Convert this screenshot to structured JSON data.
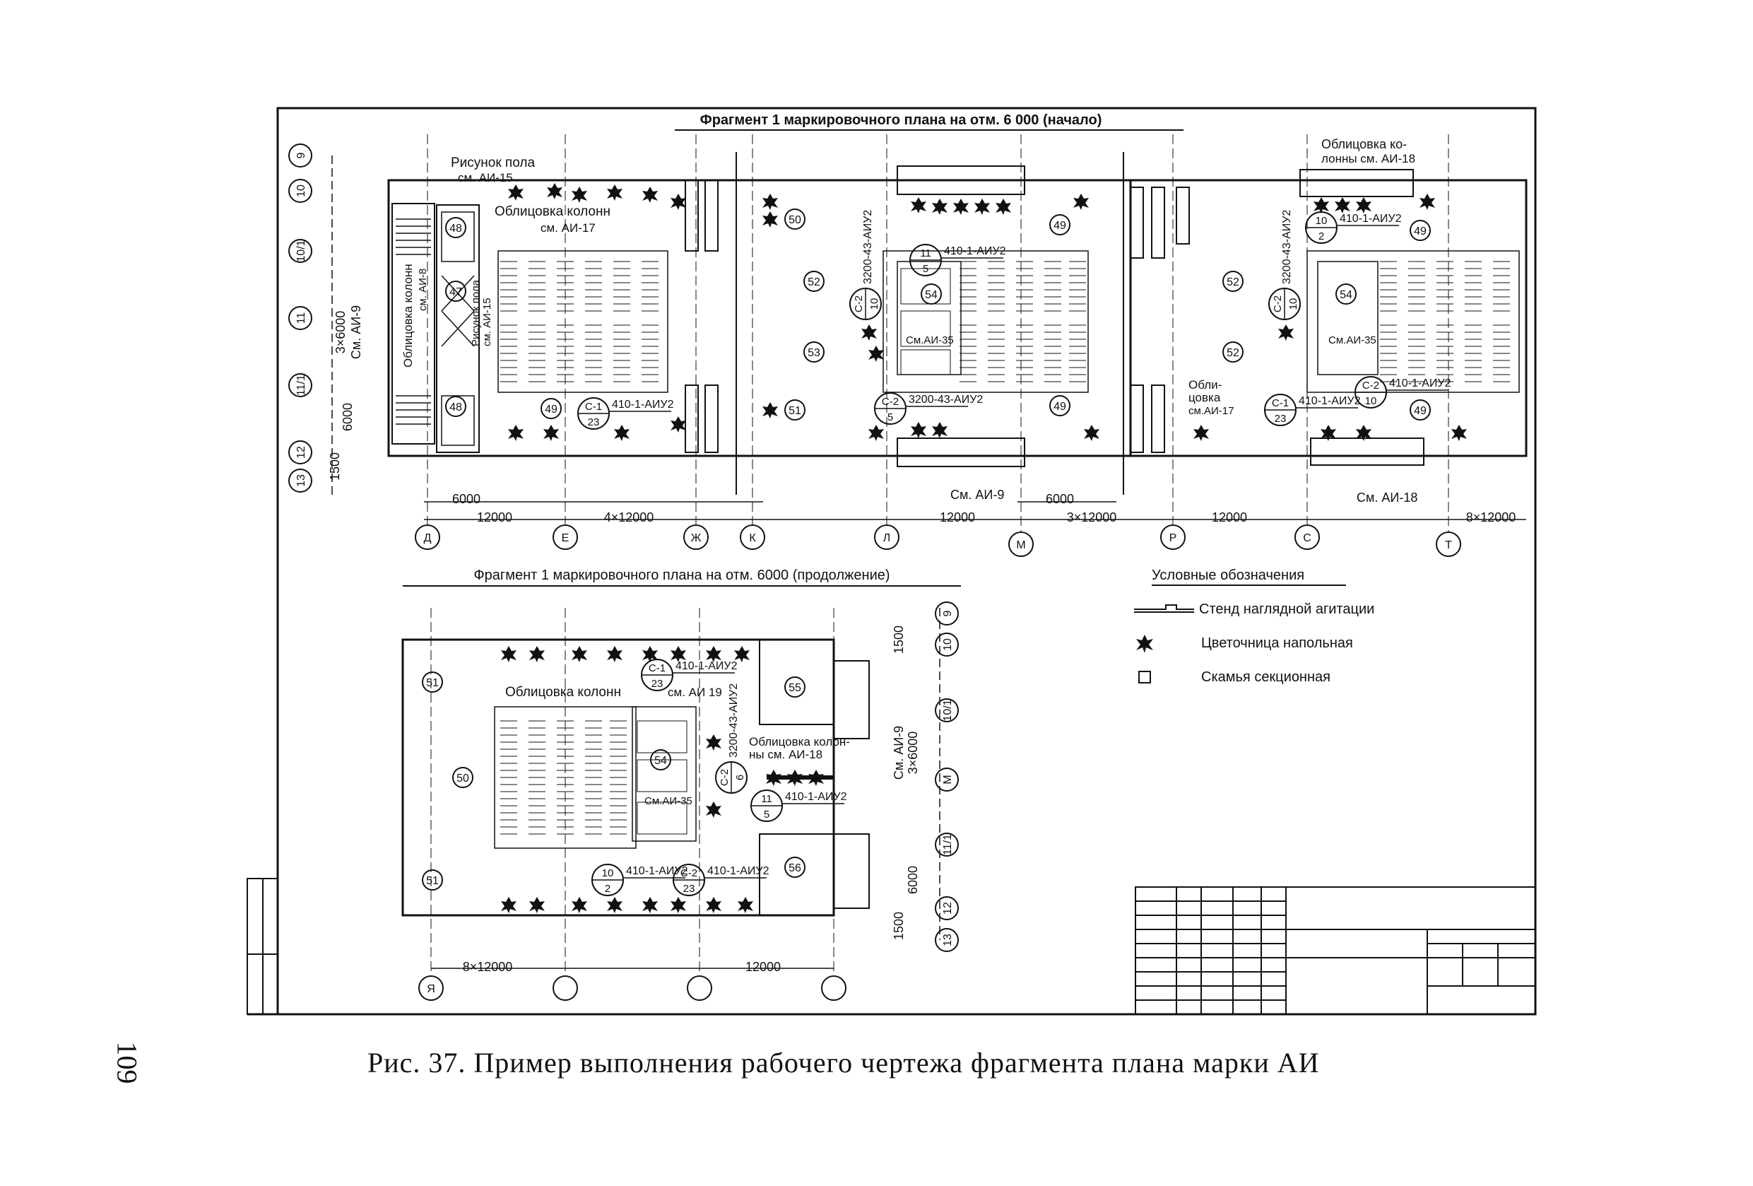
{
  "page_number": "109",
  "caption": "Рис. 37. Пример выполнения рабочего чертежа фрагмента плана марки АИ",
  "plan1": {
    "title": "Фрагмент 1 маркировочного плана на отм. 6 000 (начало)",
    "floor_pattern_note": "Рисунок пола",
    "floor_pattern_ref": "см. АИ-15",
    "column_cladding": "Облицовка колонн",
    "column_cladding_ref": "см. АИ-17",
    "column_cladding_vertical": "Облицовка колонн",
    "column_cladding_vertical_ref": "см. АИ-8",
    "floor_pattern_vertical": "Рисунок пола",
    "floor_pattern_vertical_ref": "см. АИ-15",
    "cladding_right_1": "Облицовка ко-",
    "cladding_right_2": "лонны см. АИ-18",
    "cladding_mid_1": "Обли-",
    "cladding_mid_2": "цовка",
    "cladding_mid_3": "см.АИ-17",
    "ref_ai9": "См. АИ-9",
    "ref_ai18": "См. АИ-18",
    "ref_ai35": "См.АИ-35",
    "ref_ai35b": "См.АИ-35",
    "vert_dim": "3×6000",
    "vert_dim_ref": "См. АИ-9",
    "dim_6000": "6000",
    "dim_1500": "1500",
    "dims_bottom": [
      "6000",
      "12000",
      "4×12000",
      "12000",
      "6000",
      "3×12000",
      "12000",
      "8×12000"
    ],
    "axes_bottom": [
      "Д",
      "Е",
      "Ж",
      "К",
      "Л",
      "М",
      "Р",
      "С",
      "Т"
    ],
    "axes_left": [
      "9",
      "10",
      "10/1",
      "11",
      "11/1",
      "12",
      "13"
    ],
    "rooms": [
      "48",
      "47",
      "48",
      "49",
      "50",
      "51",
      "52",
      "53",
      "54",
      "49",
      "49",
      "52",
      "52",
      "54",
      "49",
      "49"
    ],
    "marks": {
      "c1_top": "С-1",
      "c1_bottom": "23",
      "c1_code": "410-1-АИУ2",
      "c2_top": "С-2",
      "c2_bottom": "10",
      "c2_code": "3200-43-АИУ2",
      "c2b_top": "С-2",
      "c2b_bottom": "5",
      "c2b_code": "3200-43-АИУ2",
      "m11_top": "11",
      "m11_bottom": "5",
      "m11_code": "410-1-АИУ2",
      "r10_top": "10",
      "r10_bottom": "2",
      "r10_code": "410-1-АИУ2",
      "rc2_top": "С-2",
      "rc2_bottom": "10",
      "rc2_code": "3200-43-АИУ2",
      "rc1_top": "С-1",
      "rc1_bottom": "23",
      "rc1_code": "410-1-АИУ2",
      "rc2b_top": "С-2",
      "rc2b_bottom": "10",
      "rc2b_code": "410-1-АИУ2"
    }
  },
  "plan2": {
    "title": "Фрагмент 1 маркировочного плана на отм. 6000 (продолжение)",
    "column_cladding": "Облицовка колонн",
    "column_cladding_ref": "см. АИ 19",
    "cladding2_1": "Облицовка колон-",
    "cladding2_2": "ны см. АИ-18",
    "ref_ai35": "См.АИ-35",
    "vert_dim": "3×6000",
    "vert_dim_ref": "См. АИ-9",
    "dim_1500a": "1500",
    "dim_6000": "6000",
    "dim_1500b": "1500",
    "dims_bottom": [
      "8×12000",
      "12000"
    ],
    "axes_bottom": [
      "Я",
      "",
      "",
      ""
    ],
    "axes_right": [
      "9",
      "10",
      "10/1",
      "М",
      "11/1",
      "12",
      "13"
    ],
    "rooms": [
      "51",
      "50",
      "51",
      "54",
      "55",
      "56"
    ],
    "marks": {
      "c1_top": "С-1",
      "c1_bottom": "23",
      "c1_code": "410-1-АИУ2",
      "c2_top": "С-2",
      "c2_bottom": "6",
      "c2_code": "3200-43-АИУ2",
      "m11_top": "11",
      "m11_bottom": "5",
      "m11_code": "410-1-АИУ2",
      "m10_top": "10",
      "m10_bottom": "2",
      "m10_code": "410-1-АИУ2",
      "mc2_top": "С-2",
      "mc2_bottom": "23",
      "mc2_code": "410-1-АИУ2"
    }
  },
  "legend": {
    "title": "Условные обозначения",
    "items": [
      {
        "icon": "stand-icon",
        "label": "Стенд наглядной агитации"
      },
      {
        "icon": "flower-pot-icon",
        "label": "Цветочница напольная"
      },
      {
        "icon": "bench-icon",
        "label": "Скамья секционная"
      }
    ]
  }
}
